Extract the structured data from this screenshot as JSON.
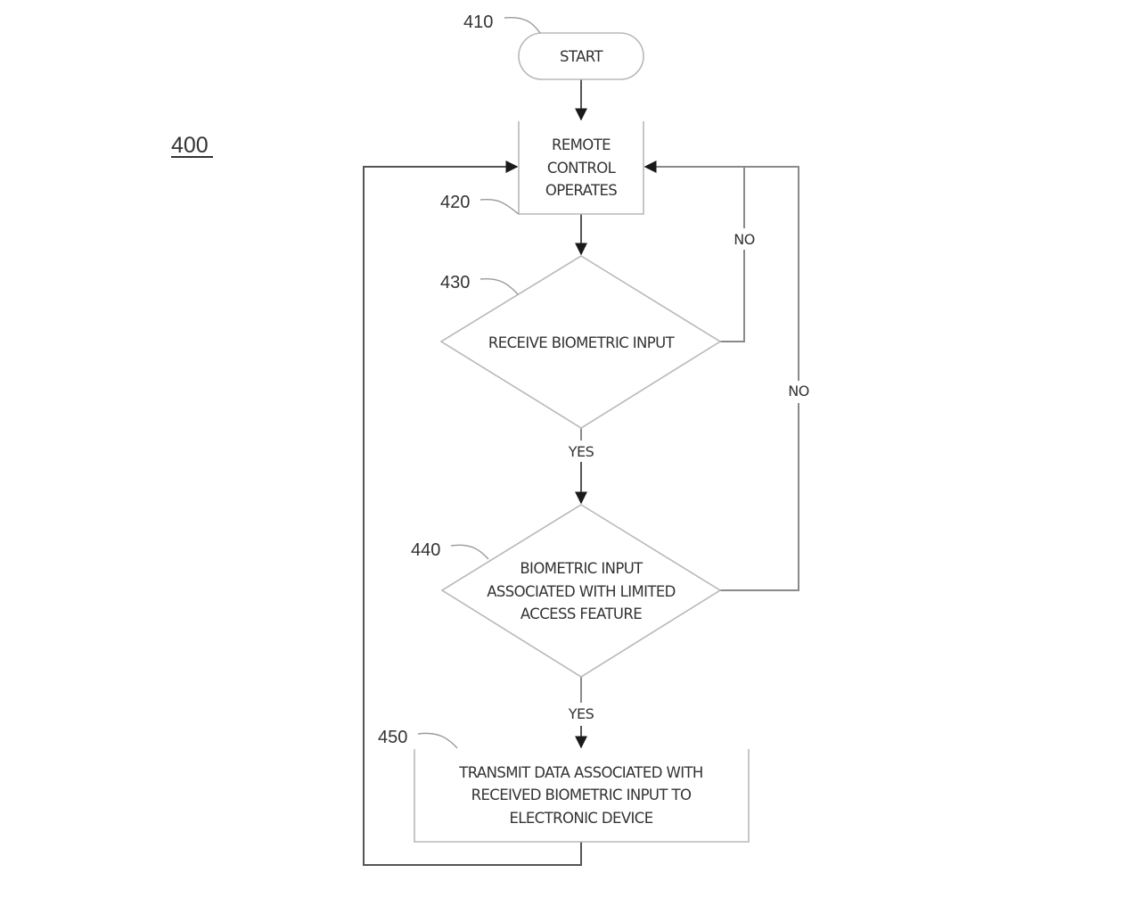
{
  "figure": {
    "number": "400"
  },
  "nodes": {
    "start": {
      "ref": "410",
      "lines": [
        "START"
      ],
      "shape": "terminator"
    },
    "remote_control": {
      "ref": "420",
      "lines": [
        "REMOTE",
        "CONTROL",
        "OPERATES"
      ],
      "shape": "process"
    },
    "receive_input": {
      "ref": "430",
      "lines": [
        "RECEIVE BIOMETRIC INPUT"
      ],
      "shape": "decision"
    },
    "check_association": {
      "ref": "440",
      "lines": [
        "BIOMETRIC INPUT",
        "ASSOCIATED WITH LIMITED",
        "ACCESS FEATURE"
      ],
      "shape": "decision"
    },
    "transmit": {
      "ref": "450",
      "lines": [
        "TRANSMIT DATA ASSOCIATED WITH",
        "RECEIVED BIOMETRIC INPUT TO",
        "ELECTRONIC DEVICE"
      ],
      "shape": "process"
    }
  },
  "edges": [
    {
      "from": "start",
      "to": "remote_control",
      "label": ""
    },
    {
      "from": "remote_control",
      "to": "receive_input",
      "label": ""
    },
    {
      "from": "receive_input",
      "to": "check_association",
      "label": "YES"
    },
    {
      "from": "receive_input",
      "to": "remote_control",
      "label": "NO"
    },
    {
      "from": "check_association",
      "to": "transmit",
      "label": "YES"
    },
    {
      "from": "check_association",
      "to": "remote_control",
      "label": "NO"
    },
    {
      "from": "transmit",
      "to": "remote_control",
      "label": ""
    }
  ]
}
